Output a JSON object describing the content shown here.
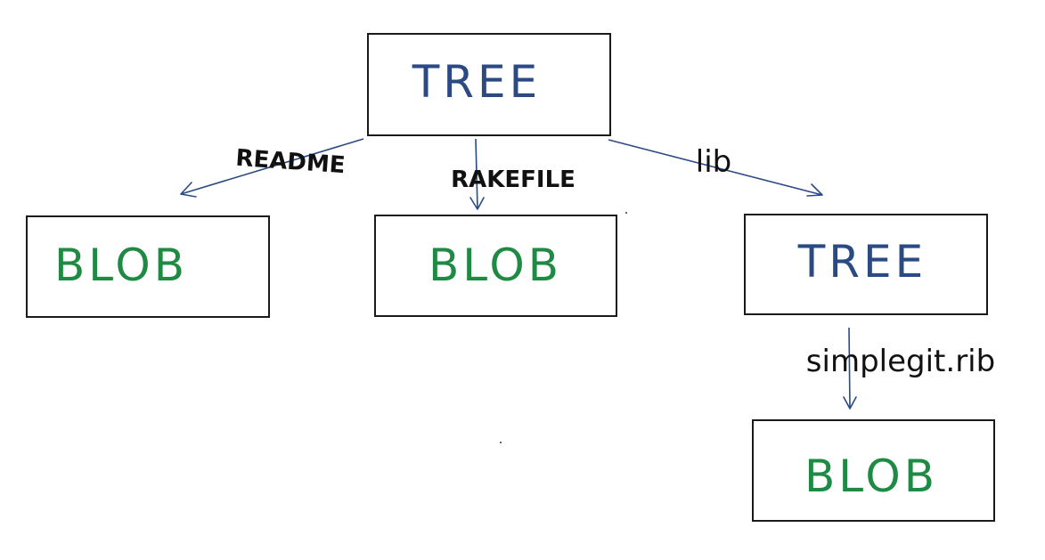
{
  "diagram": {
    "nodes": [
      {
        "id": "tree-root",
        "label": "TREE",
        "kind": "tree"
      },
      {
        "id": "blob-readme",
        "label": "BLOB",
        "kind": "blob"
      },
      {
        "id": "blob-rakefile",
        "label": "BLOB",
        "kind": "blob"
      },
      {
        "id": "tree-lib",
        "label": "TREE",
        "kind": "tree"
      },
      {
        "id": "blob-simplegit",
        "label": "BLOB",
        "kind": "blob"
      }
    ],
    "edges": [
      {
        "from": "tree-root",
        "to": "blob-readme",
        "label": "README"
      },
      {
        "from": "tree-root",
        "to": "blob-rakefile",
        "label": "RAKEFILE"
      },
      {
        "from": "tree-root",
        "to": "tree-lib",
        "label": "lib"
      },
      {
        "from": "tree-lib",
        "to": "blob-simplegit",
        "label": "simplegit.rib"
      }
    ]
  },
  "colors": {
    "tree_label": "#2b4a84",
    "blob_label": "#1e8a43",
    "edge": "#2b4a84",
    "edge_label": "#111111",
    "box_stroke": "#1a1a1a"
  }
}
